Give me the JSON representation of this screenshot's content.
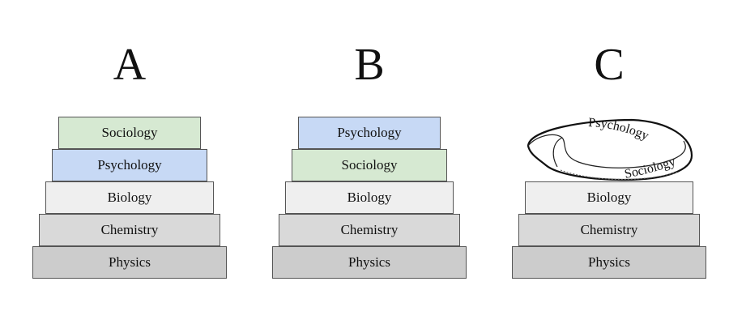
{
  "colors": {
    "sociology": "#d6e9d2",
    "psychology": "#c7d9f5",
    "biology": "#efefef",
    "chemistry": "#d9d9d9",
    "physics": "#cccccc",
    "border": "#555555"
  },
  "stacks": [
    {
      "title": "A",
      "blocks": [
        "Sociology",
        "Psychology",
        "Biology",
        "Chemistry",
        "Physics"
      ]
    },
    {
      "title": "B",
      "blocks": [
        "Psychology",
        "Sociology",
        "Biology",
        "Chemistry",
        "Physics"
      ]
    },
    {
      "title": "C",
      "loop": {
        "top_label": "Psychology",
        "bottom_label": "Sociology"
      },
      "blocks": [
        "Biology",
        "Chemistry",
        "Physics"
      ]
    }
  ]
}
